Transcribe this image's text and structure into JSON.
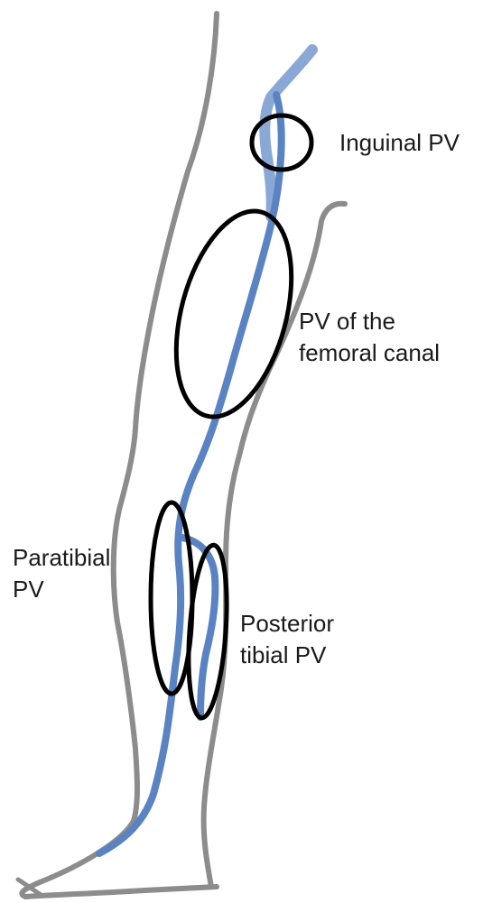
{
  "colors": {
    "leg_outline": "#8c8c8c",
    "vein": "#5a83c4",
    "vein_faded": "#8aa8d6",
    "ellipse": "#000000",
    "text": "#1a1a1a"
  },
  "labels": {
    "inguinal": [
      "Inguinal PV"
    ],
    "femoral": [
      "PV of the",
      "femoral canal"
    ],
    "paratibial": [
      "Paratibial",
      "PV"
    ],
    "posterior_tibial": [
      "Posterior",
      "tibial PV"
    ]
  }
}
